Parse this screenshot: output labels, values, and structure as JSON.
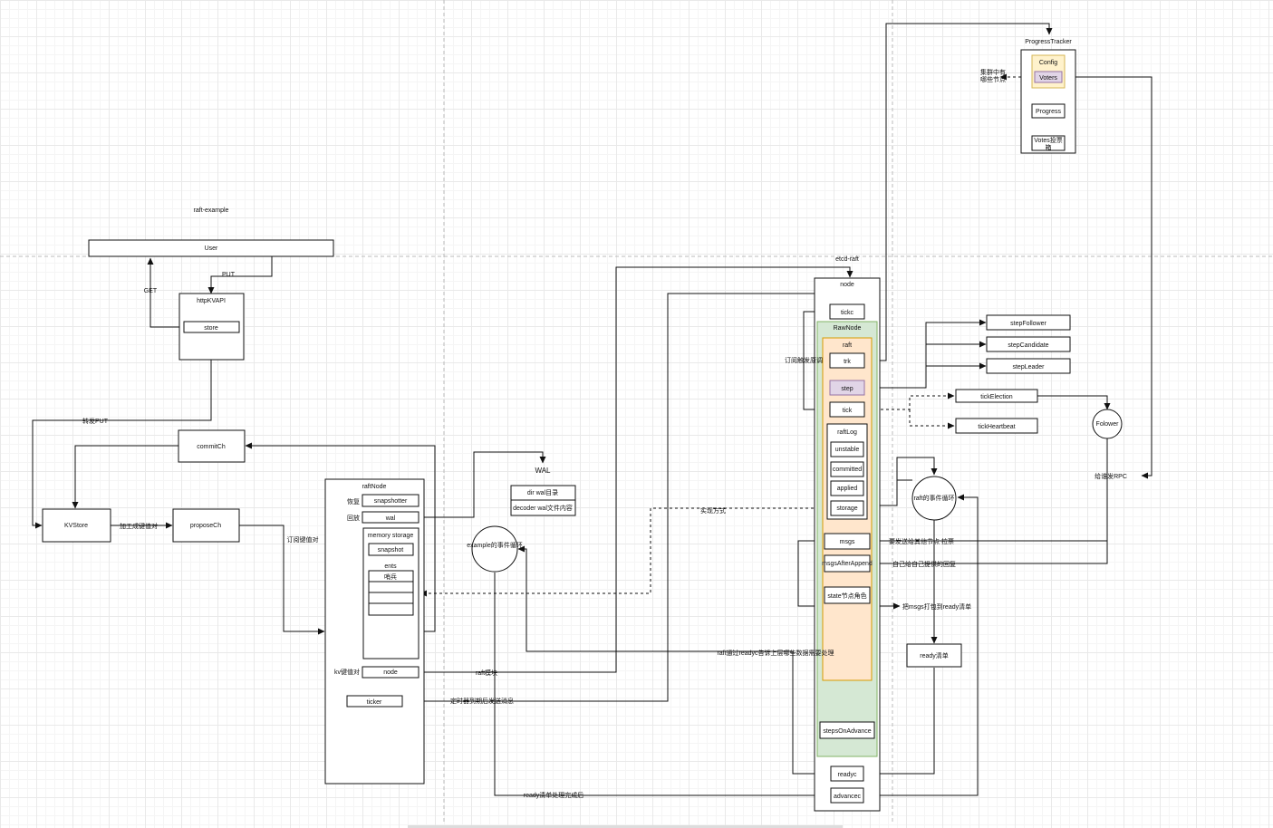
{
  "labels": {
    "raft_example": "raft-example",
    "etcd_raft": "etcd-raft",
    "user": "User",
    "put": "PUT",
    "get": "GET",
    "httpkvapi": "httpKVAPI",
    "store": "store",
    "forward_put": "转发PUT",
    "commitch": "commitCh",
    "kvstore": "KVStore",
    "encode_kv": "加工成键值对",
    "proposech": "proposeCh",
    "subscribe_kv": "订阅键值对",
    "raftnode": "raftNode",
    "recover": "恢复",
    "replay": "回放",
    "snapshotter": "snapshotter",
    "wal": "wal",
    "memory_storage": "memory storage",
    "snapshot": "snapshot",
    "ents": "ents",
    "sentinel": "哨兵",
    "kv_pair": "kv键值对",
    "node": "node",
    "ticker": "ticker",
    "wal_title": "WAL",
    "dir_wal": "dir wal目录",
    "decoder_wal": "decoder wal文件内容",
    "example_loop": "example的事件循环",
    "impl": "实现方式",
    "raft_module": "raft模块",
    "timer_msg": "定时器到期后发送消息",
    "ready_done": "ready清单处理完成后",
    "readyc_notify": "raft通过readyc告诉上层哪些数据需要处理",
    "tickc": "tickc",
    "rawnode": "RawNode",
    "raft": "raft",
    "trk": "trk",
    "step": "step",
    "tick": "tick",
    "raftlog": "raftLog",
    "unstable": "unstable",
    "committed": "committed",
    "applied": "applied",
    "storage": "storage",
    "msgs": "msgs",
    "msgs_after_append": "msgsAfterAppend",
    "state_role": "state节点角色",
    "steps_on_advance": "stepsOnAdvance",
    "readyc": "readyc",
    "advancec": "advancec",
    "subscribe_trigger": "订阅触发原调",
    "step_follower": "stepFollower",
    "step_candidate": "stepCandidate",
    "step_leader": "stepLeader",
    "tick_election": "tickElection",
    "tick_heartbeat": "tickHeartbeat",
    "follower": "Folower",
    "raft_loop": "raft的事件循环",
    "send_rpc": "给谁发RPC",
    "send_to_others": "要发送给其他节点 拉票",
    "reply_self": "自己给自己提供的回复",
    "pack_ready": "把msgs打包到ready清单",
    "ready_list": "ready清单",
    "progress_tracker": "ProgressTracker",
    "config": "Config",
    "voters": "Voters",
    "cluster_nodes": "集群中有\n哪些节点",
    "progress": "Progress",
    "votes": "Votes投票\n箱"
  },
  "colors": {
    "rawnode_fill": "#d5e8d4",
    "rawnode_stroke": "#82b366",
    "raft_fill": "#ffe6cc",
    "raft_stroke": "#d79b00",
    "highlight_fill": "#e1d5e7",
    "highlight_stroke": "#9673a6",
    "config_fill": "#fff2cc",
    "config_stroke": "#d6b656"
  }
}
